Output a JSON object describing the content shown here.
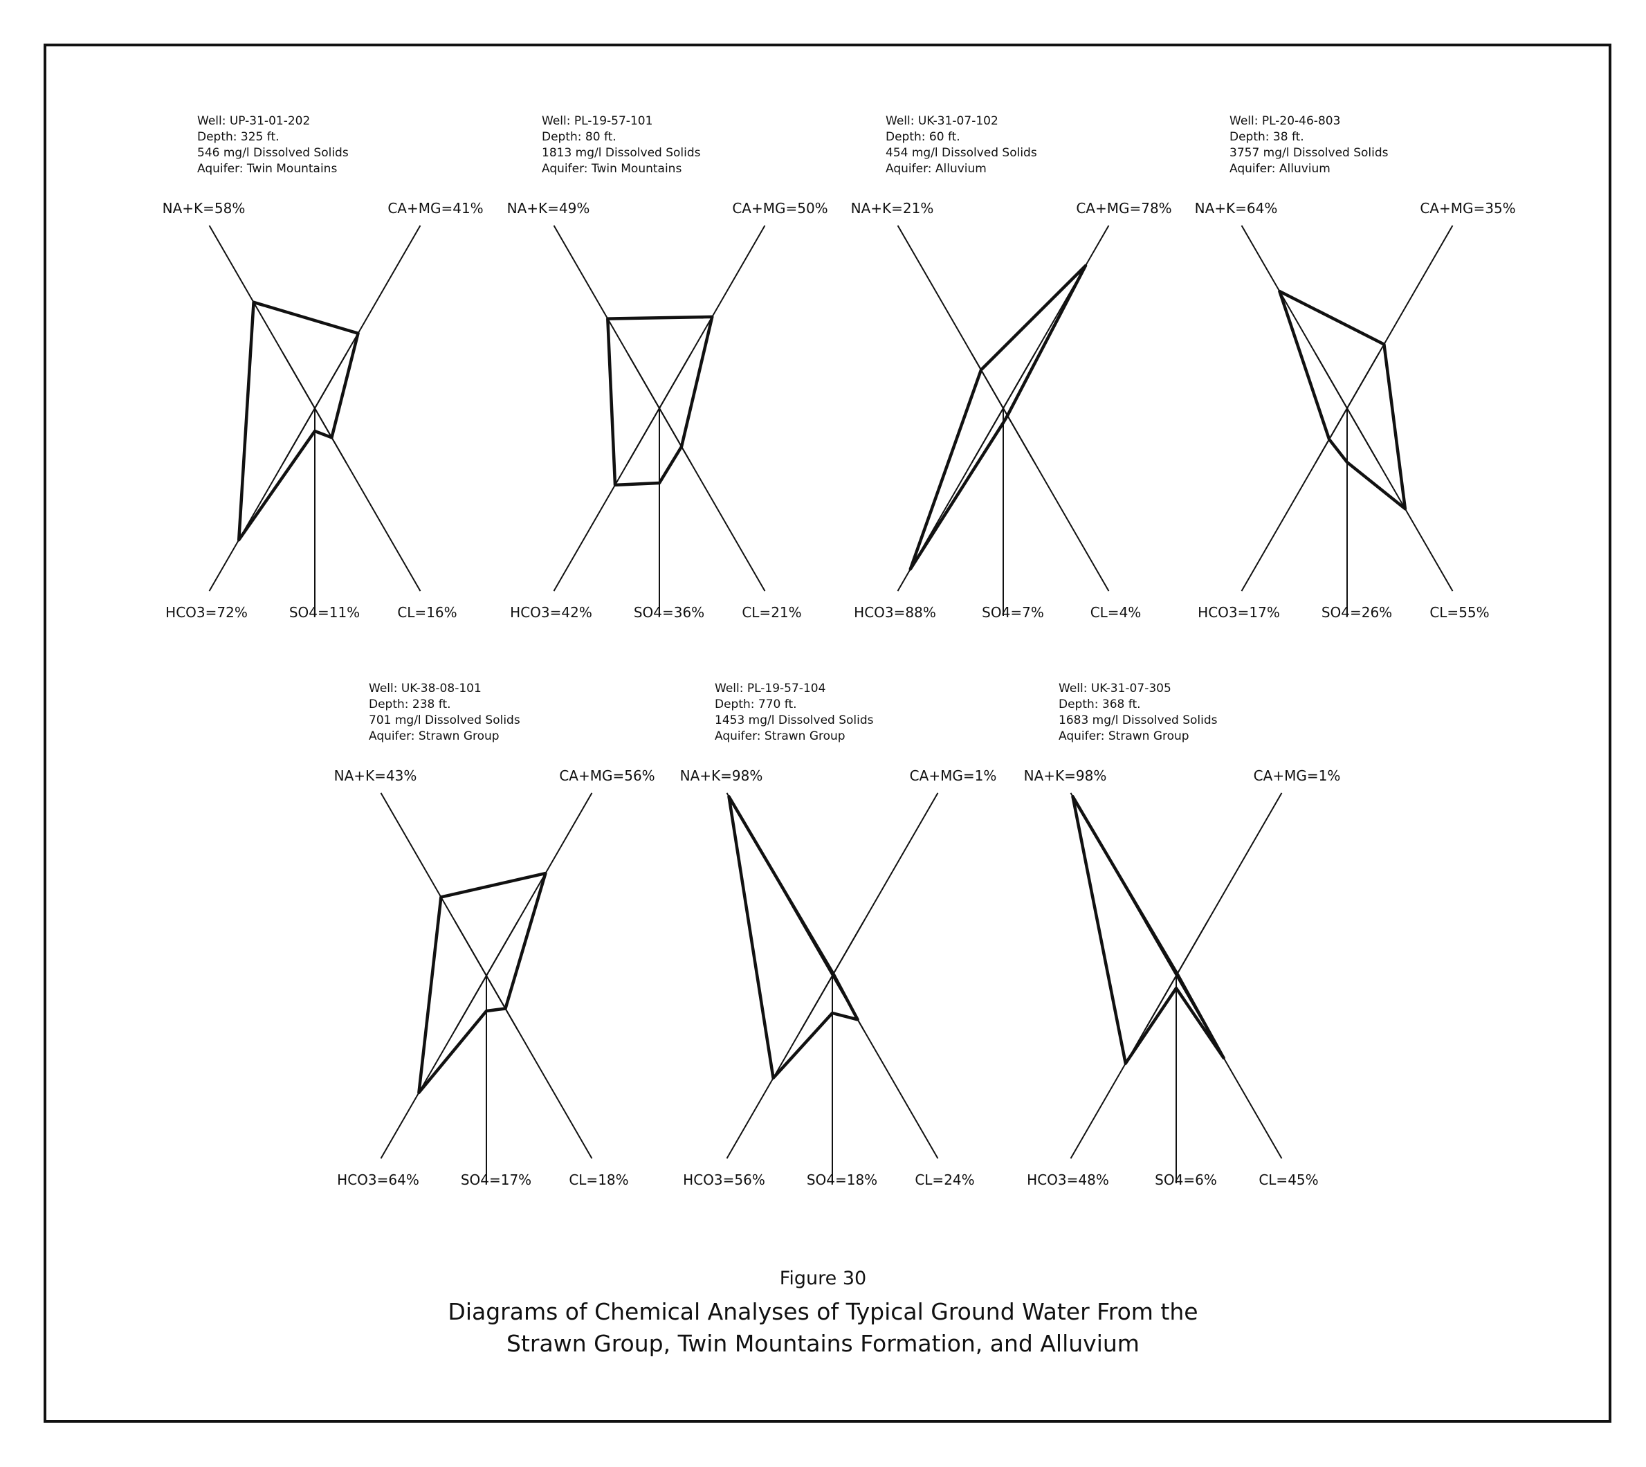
{
  "figure": {
    "number": "Figure 30",
    "title_line1": "Diagrams of Chemical Analyses of Typical Ground Water From the",
    "title_line2": "Strawn Group, Twin Mountains Formation, and Alluvium"
  },
  "chart_data": [
    {
      "type": "other",
      "info": [
        "Well: UP-31-01-202",
        "Depth: 325 ft.",
        "546 mg/l Dissolved Solids",
        "Aquifer: Twin Mountains"
      ],
      "axes": {
        "na_k": "NA+K=58%",
        "ca_mg": "CA+MG=41%",
        "hco3": "HCO3=72%",
        "so4": "SO4=11%",
        "cl": "CL=16%"
      },
      "values": {
        "na_k": 58,
        "ca_mg": 41,
        "hco3": 72,
        "so4": 11,
        "cl": 16
      }
    },
    {
      "type": "other",
      "info": [
        "Well: PL-19-57-101",
        "Depth: 80 ft.",
        "1813 mg/l Dissolved Solids",
        "Aquifer: Twin Mountains"
      ],
      "axes": {
        "na_k": "NA+K=49%",
        "ca_mg": "CA+MG=50%",
        "hco3": "HCO3=42%",
        "so4": "SO4=36%",
        "cl": "CL=21%"
      },
      "values": {
        "na_k": 49,
        "ca_mg": 50,
        "hco3": 42,
        "so4": 36,
        "cl": 21
      }
    },
    {
      "type": "other",
      "info": [
        "Well: UK-31-07-102",
        "Depth: 60 ft.",
        "454 mg/l Dissolved Solids",
        "Aquifer: Alluvium"
      ],
      "axes": {
        "na_k": "NA+K=21%",
        "ca_mg": "CA+MG=78%",
        "hco3": "HCO3=88%",
        "so4": "SO4=7%",
        "cl": "CL=4%"
      },
      "values": {
        "na_k": 21,
        "ca_mg": 78,
        "hco3": 88,
        "so4": 7,
        "cl": 4
      }
    },
    {
      "type": "other",
      "info": [
        "Well: PL-20-46-803",
        "Depth: 38 ft.",
        "3757 mg/l Dissolved Solids",
        "Aquifer: Alluvium"
      ],
      "axes": {
        "na_k": "NA+K=64%",
        "ca_mg": "CA+MG=35%",
        "hco3": "HCO3=17%",
        "so4": "SO4=26%",
        "cl": "CL=55%"
      },
      "values": {
        "na_k": 64,
        "ca_mg": 35,
        "hco3": 17,
        "so4": 26,
        "cl": 55
      }
    },
    {
      "type": "other",
      "info": [
        "Well: UK-38-08-101",
        "Depth: 238 ft.",
        "701 mg/l Dissolved Solids",
        "Aquifer: Strawn Group"
      ],
      "axes": {
        "na_k": "NA+K=43%",
        "ca_mg": "CA+MG=56%",
        "hco3": "HCO3=64%",
        "so4": "SO4=17%",
        "cl": "CL=18%"
      },
      "values": {
        "na_k": 43,
        "ca_mg": 56,
        "hco3": 64,
        "so4": 17,
        "cl": 18
      }
    },
    {
      "type": "other",
      "info": [
        "Well: PL-19-57-104",
        "Depth: 770 ft.",
        "1453 mg/l Dissolved Solids",
        "Aquifer: Strawn Group"
      ],
      "axes": {
        "na_k": "NA+K=98%",
        "ca_mg": "CA+MG=1%",
        "hco3": "HCO3=56%",
        "so4": "SO4=18%",
        "cl": "CL=24%"
      },
      "values": {
        "na_k": 98,
        "ca_mg": 1,
        "hco3": 56,
        "so4": 18,
        "cl": 24
      }
    },
    {
      "type": "other",
      "info": [
        "Well: UK-31-07-305",
        "Depth: 368 ft.",
        "1683 mg/l Dissolved Solids",
        "Aquifer: Strawn Group"
      ],
      "axes": {
        "na_k": "NA+K=98%",
        "ca_mg": "CA+MG=1%",
        "hco3": "HCO3=48%",
        "so4": "SO4=6%",
        "cl": "CL=45%"
      },
      "values": {
        "na_k": 98,
        "ca_mg": 1,
        "hco3": 48,
        "so4": 6,
        "cl": 45
      }
    }
  ]
}
